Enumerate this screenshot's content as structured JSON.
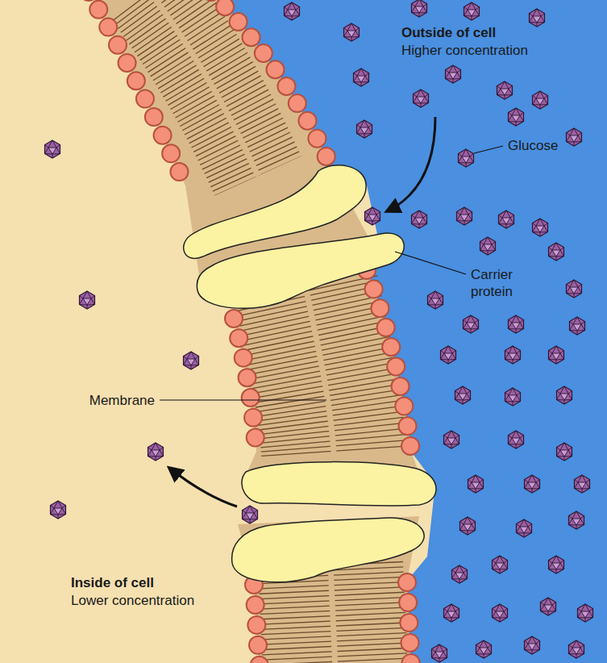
{
  "diagram": {
    "labels": [
      "Outside of cell",
      "Higher concentration",
      "Glucose",
      "Carrier protein",
      "Membrane",
      "Inside of cell",
      "Lower concentration"
    ]
  }
}
